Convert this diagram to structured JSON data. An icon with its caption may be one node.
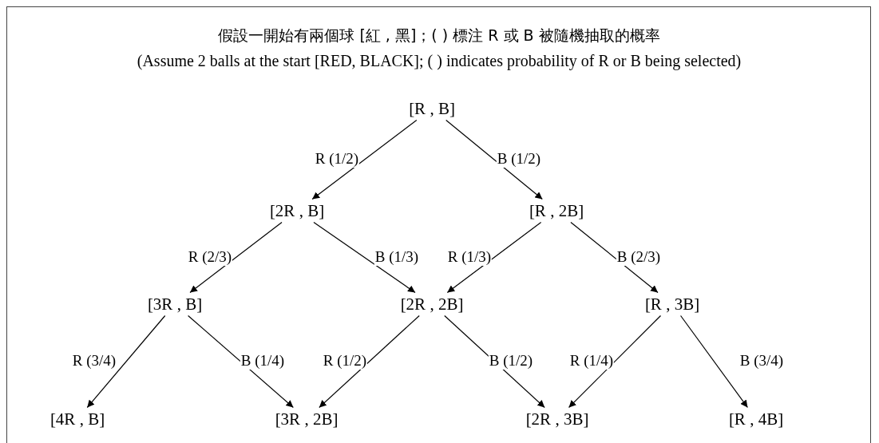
{
  "diagram": {
    "title": "假設一開始有兩個球 [紅 , 黑]；( ) 標注 R 或 B 被隨機抽取的概率",
    "nodes": [
      {
        "text": [
          "[R , B]"
        ]
      },
      {
        "text": [
          "[2R , B]"
        ]
      },
      {
        "text": [
          "[R , 2B]"
        ]
      },
      {
        "text": [
          "[3R , B]"
        ]
      },
      {
        "text": [
          "[2R , 2B]"
        ]
      },
      {
        "text": [
          "[R , 3B]"
        ]
      },
      {
        "text": [
          "[4R , B]"
        ]
      },
      {
        "text": [
          "[3R , 2B]"
        ]
      },
      {
        "text": [
          "[2R , 3B]"
        ]
      },
      {
        "text": [
          "[R , 4B]"
        ]
      }
    ],
    "edges": [
      {
        "from": 0,
        "to": 1,
        "arrow": "to",
        "label": "R (1/2)"
      },
      {
        "from": 0,
        "to": 2,
        "arrow": "to",
        "label": "B (1/2)"
      },
      {
        "from": 1,
        "to": 3,
        "arrow": "to",
        "label": "R (2/3)"
      },
      {
        "from": 1,
        "to": 4,
        "arrow": "to",
        "label": "B (1/3)"
      },
      {
        "from": 2,
        "to": 4,
        "arrow": "to",
        "label": "R (1/3)"
      },
      {
        "from": 2,
        "to": 5,
        "arrow": "to",
        "label": "B (2/3)"
      },
      {
        "from": 3,
        "to": 6,
        "arrow": "to",
        "label": "R (3/4)"
      },
      {
        "from": 3,
        "to": 7,
        "arrow": "to",
        "label": "B (1/4)"
      },
      {
        "from": 4,
        "to": 7,
        "arrow": "to",
        "label": "R (1/2)"
      },
      {
        "from": 4,
        "to": 8,
        "arrow": "to",
        "label": "B (1/2)"
      },
      {
        "from": 5,
        "to": 8,
        "arrow": "to",
        "label": "R (1/4)"
      },
      {
        "from": 5,
        "to": 9,
        "arrow": "to",
        "label": "B (3/4)"
      }
    ],
    "labels": [
      "(Assume 2 balls at the start [RED, BLACK]; ( ) indicates probability of R or B being selected)"
    ]
  }
}
